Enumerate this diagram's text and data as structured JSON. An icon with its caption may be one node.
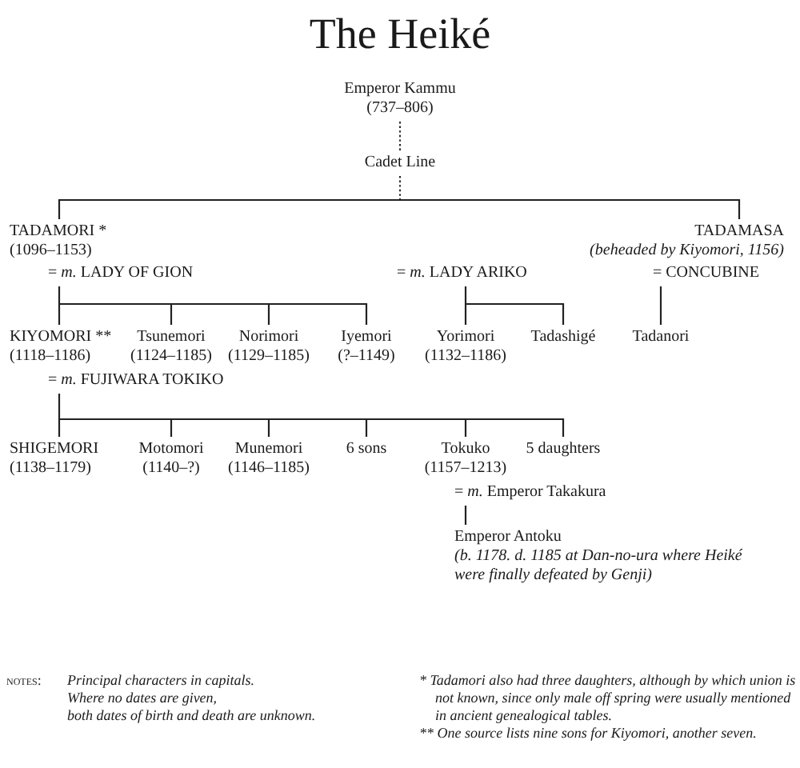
{
  "diagram": {
    "title": "The Heiké",
    "nodes": [
      {
        "text": [
          "Emperor Kammu",
          "(737–806)"
        ]
      },
      {
        "text": [
          "Cadet Line"
        ]
      },
      {
        "text": [
          "TADAMORI *",
          "(1096–1153)"
        ]
      },
      {
        "text": [
          "TADAMASA",
          "(beheaded by Kiyomori, 1156)"
        ]
      },
      {
        "text": [
          "= *m.* LADY OF GION"
        ]
      },
      {
        "text": [
          "= *m.* LADY ARIKO"
        ]
      },
      {
        "text": [
          "= CONCUBINE"
        ]
      },
      {
        "text": [
          "KIYOMORI **",
          "(1118–1186)"
        ]
      },
      {
        "text": [
          "Tsunemori",
          "(1124–1185)"
        ]
      },
      {
        "text": [
          "Norimori",
          "(1129–1185)"
        ]
      },
      {
        "text": [
          "Iyemori",
          "(?–1149)"
        ]
      },
      {
        "text": [
          "Yorimori",
          "(1132–1186)"
        ]
      },
      {
        "text": [
          "Tadashigé"
        ]
      },
      {
        "text": [
          "Tadanori"
        ]
      },
      {
        "text": [
          "= *m.* FUJIWARA TOKIKO"
        ]
      },
      {
        "text": [
          "SHIGEMORI",
          "(1138–1179)"
        ]
      },
      {
        "text": [
          "Motomori",
          "(1140–?)"
        ]
      },
      {
        "text": [
          "Munemori",
          "(1146–1185)"
        ]
      },
      {
        "text": [
          "6 sons"
        ]
      },
      {
        "text": [
          "Tokuko",
          "(1157–1213)"
        ]
      },
      {
        "text": [
          "5 daughters"
        ]
      },
      {
        "text": [
          "= *m.* Emperor Takakura"
        ]
      },
      {
        "text": [
          "Emperor Antoku",
          "(*b.* 1178. *d.* 1185 at Dan-no-ura where Heiké were finally defeated by Genji)"
        ]
      }
    ],
    "edges": [
      {
        "from": 0,
        "to": 1,
        "arrow": "none",
        "style": "dashed"
      },
      {
        "from": 1,
        "to": 2,
        "arrow": "none"
      },
      {
        "from": 1,
        "to": 3,
        "arrow": "none"
      },
      {
        "from": 4,
        "to": 7,
        "arrow": "none"
      },
      {
        "from": 4,
        "to": 8,
        "arrow": "none"
      },
      {
        "from": 4,
        "to": 9,
        "arrow": "none"
      },
      {
        "from": 4,
        "to": 10,
        "arrow": "none"
      },
      {
        "from": 5,
        "to": 11,
        "arrow": "none"
      },
      {
        "from": 5,
        "to": 12,
        "arrow": "none"
      },
      {
        "from": 6,
        "to": 13,
        "arrow": "none"
      },
      {
        "from": 14,
        "to": 15,
        "arrow": "none"
      },
      {
        "from": 14,
        "to": 16,
        "arrow": "none"
      },
      {
        "from": 14,
        "to": 17,
        "arrow": "none"
      },
      {
        "from": 14,
        "to": 18,
        "arrow": "none"
      },
      {
        "from": 14,
        "to": 19,
        "arrow": "none"
      },
      {
        "from": 14,
        "to": 20,
        "arrow": "none"
      },
      {
        "from": 21,
        "to": 22,
        "arrow": "none"
      }
    ],
    "labels": [
      "notes:",
      "Principal characters in capitals.",
      "Where no dates are given,",
      "both dates of birth and death are unknown.",
      "* Tadamori also had three daughters, although by which union is not known, since only male off spring were usually mentioned in ancient genealogical tables.",
      "** One source lists nine sons for Kiyomori, another seven."
    ]
  }
}
